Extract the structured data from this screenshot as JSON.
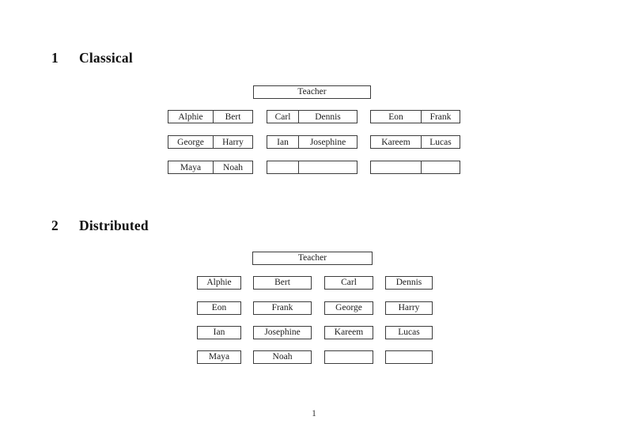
{
  "document": {
    "page_number": "1"
  },
  "sections": [
    {
      "number": "1",
      "title": "Classical",
      "teacher_label": "Teacher",
      "rows": [
        [
          [
            "Alphie",
            "Bert"
          ],
          [
            "Carl",
            "Dennis"
          ],
          [
            "Eon",
            "Frank"
          ]
        ],
        [
          [
            "George",
            "Harry"
          ],
          [
            "Ian",
            "Josephine"
          ],
          [
            "Kareem",
            "Lucas"
          ]
        ],
        [
          [
            "Maya",
            "Noah"
          ],
          [
            "",
            ""
          ],
          [
            "",
            ""
          ]
        ]
      ]
    },
    {
      "number": "2",
      "title": "Distributed",
      "teacher_label": "Teacher",
      "rows": [
        [
          "Alphie",
          "Bert",
          "Carl",
          "Dennis"
        ],
        [
          "Eon",
          "Frank",
          "George",
          "Harry"
        ],
        [
          "Ian",
          "Josephine",
          "Kareem",
          "Lucas"
        ],
        [
          "Maya",
          "Noah",
          "",
          ""
        ]
      ]
    }
  ],
  "colors": {
    "border": "#3c3c3c",
    "text": "#1c1c1c",
    "background": "#ffffff"
  }
}
